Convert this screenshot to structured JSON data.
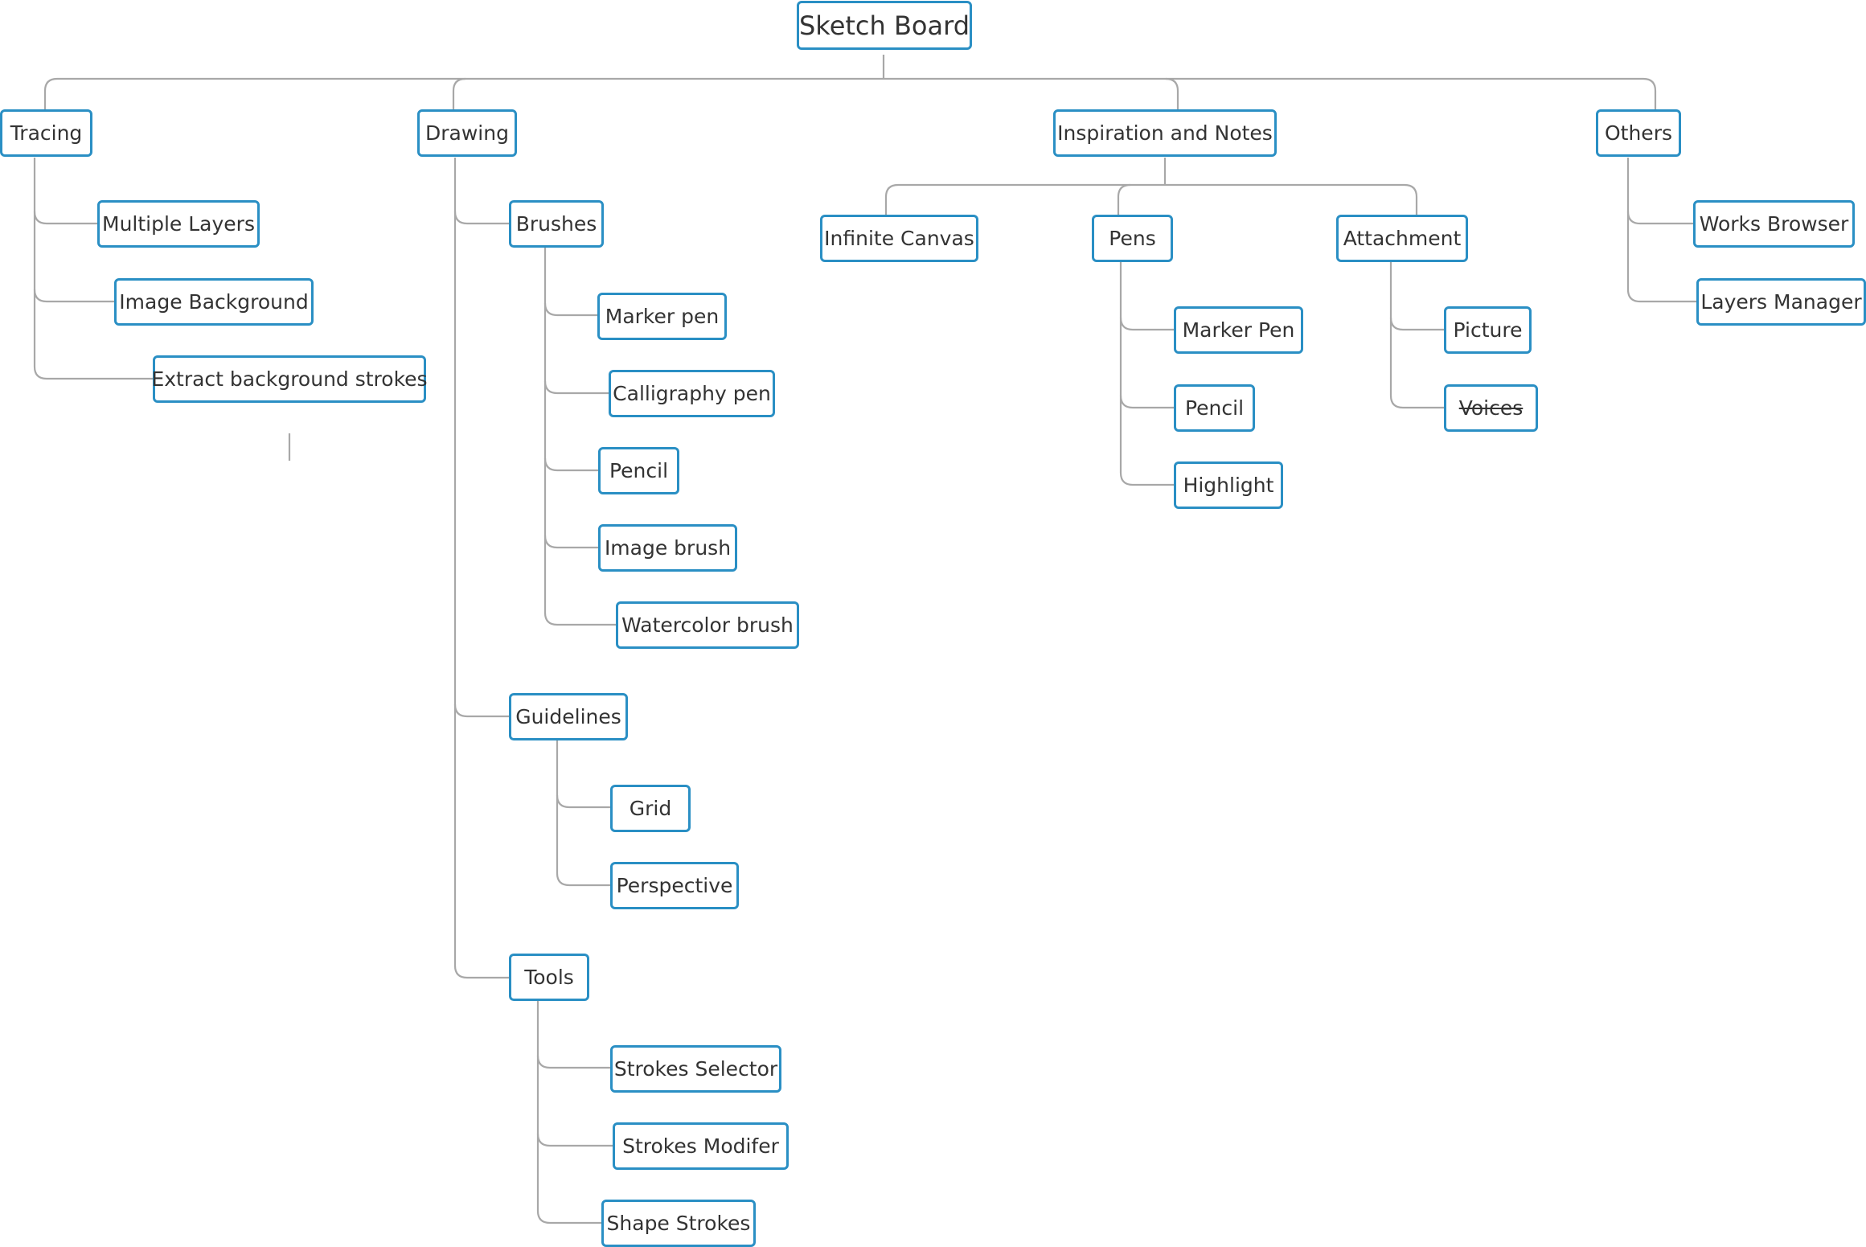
{
  "nodes": {
    "root": "Sketch Board",
    "tracing": "Tracing",
    "multiple_layers": "Multiple Layers",
    "image_background": "Image Background",
    "extract_background_strokes": "Extract background strokes",
    "drawing": "Drawing",
    "brushes": "Brushes",
    "marker_pen": "Marker pen",
    "calligraphy_pen": "Calligraphy pen",
    "pencil": "Pencil",
    "image_brush": "Image brush",
    "watercolor_brush": "Watercolor brush",
    "guidelines": "Guidelines",
    "grid": "Grid",
    "perspective": "Perspective",
    "tools": "Tools",
    "strokes_selector": "Strokes Selector",
    "strokes_modifer": "Strokes  Modifer",
    "shape_strokes": "Shape Strokes",
    "inspiration_and_notes": "Inspiration and Notes",
    "infinite_canvas": "Infinite Canvas",
    "pens": "Pens",
    "pens_marker_pen": "Marker Pen",
    "pens_pencil": "Pencil",
    "highlight": "Highlight",
    "attachment": "Attachment",
    "picture": "Picture",
    "voices": "Voices",
    "others": "Others",
    "works_browser": "Works Browser",
    "layers_manager": "Layers Manager"
  },
  "colors": {
    "border": "#2a8fc4",
    "connector": "#a8a8a8",
    "text": "#333333"
  }
}
